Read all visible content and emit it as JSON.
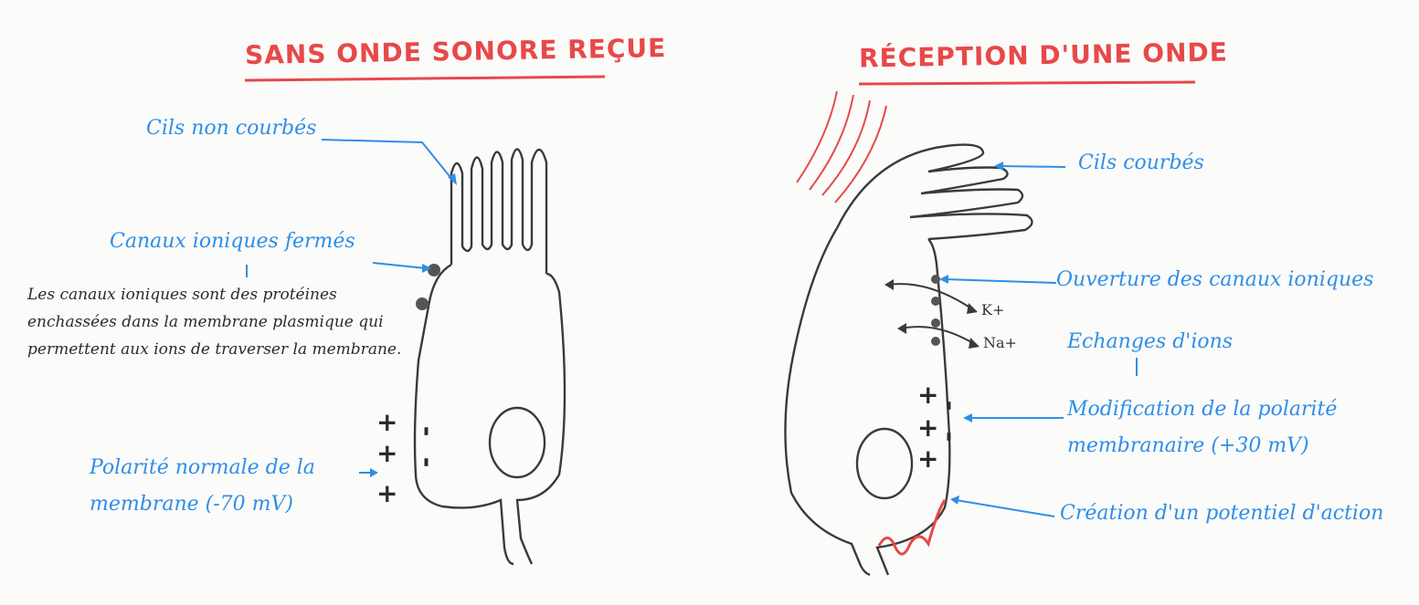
{
  "left": {
    "title": "SANS ONDE SONORE REÇUE",
    "label_cils": "Cils non courbés",
    "label_canaux": "Canaux ioniques fermés",
    "note": "Les canaux ioniques sont des protéines enchassées dans la membrane plasmique qui permettent aux ions de traverser la membrane.",
    "label_polarite_1": "Polarité normale de la",
    "label_polarite_2": "membrane (-70 mV)",
    "sign_plus": "+",
    "sign_minus": "-"
  },
  "right": {
    "title": "RÉCEPTION D'UNE ONDE",
    "label_cils": "Cils courbés",
    "label_ouverture": "Ouverture des canaux ioniques",
    "label_echanges": "Echanges d'ions",
    "label_modif_1": "Modification de la polarité",
    "label_modif_2": "membranaire (+30 mV)",
    "label_creation": "Création d'un potentiel d'action",
    "ion_k": "K+",
    "ion_na": "Na+",
    "sign_plus": "+",
    "sign_minus": "-"
  },
  "colors": {
    "title": "#e84848",
    "label": "#2f8ee8",
    "ink": "#3a3a3a",
    "note": "#2b2b2b"
  }
}
